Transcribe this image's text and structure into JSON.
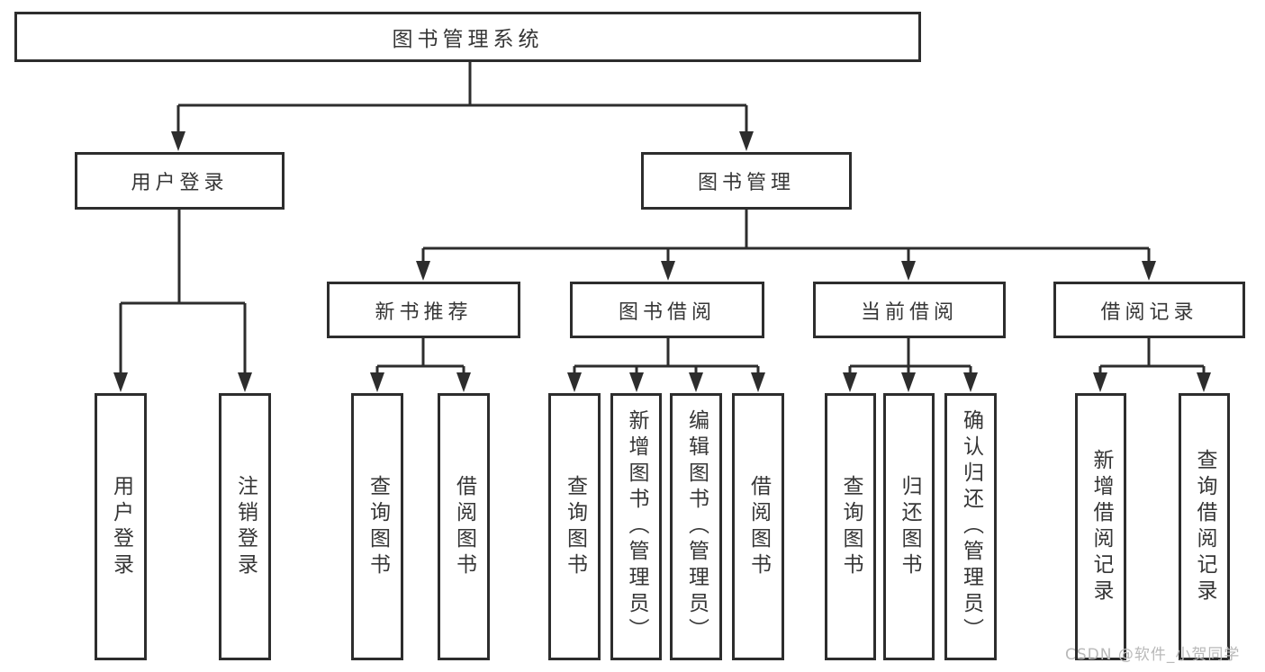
{
  "diagram": {
    "type": "hierarchy-tree",
    "colors": {
      "line": "#2d2d2d",
      "node_border": "#2d2d2d",
      "node_background": "#ffffff",
      "text": "#363636",
      "watermark_text": "#b9b9b9",
      "background": "#ffffff"
    },
    "nodes": {
      "root": "图书管理系统",
      "user_login": "用户登录",
      "book_management": "图书管理",
      "new_book_recommend": "新书推荐",
      "book_borrowing": "图书借阅",
      "current_borrowing": "当前借阅",
      "borrowing_records": "借阅记录",
      "user_login_leaf": "用户登录",
      "logout_leaf": "注销登录",
      "nbr_query_books": "查询图书",
      "nbr_borrow_books": "借阅图书",
      "bb_query_books": "查询图书",
      "bb_add_books_admin": "新增图书（管理员）",
      "bb_edit_books_admin": "编辑图书（管理员）",
      "bb_borrow_books": "借阅图书",
      "cb_query_books": "查询图书",
      "cb_return_books": "归还图书",
      "cb_confirm_return_admin": "确认归还（管理员）",
      "br_add_record": "新增借阅记录",
      "br_query_record": "查询借阅记录"
    },
    "hierarchy": {
      "图书管理系统": {
        "用户登录": [
          "用户登录",
          "注销登录"
        ],
        "图书管理": {
          "新书推荐": [
            "查询图书",
            "借阅图书"
          ],
          "图书借阅": [
            "查询图书",
            "新增图书（管理员）",
            "编辑图书（管理员）",
            "借阅图书"
          ],
          "当前借阅": [
            "查询图书",
            "归还图书",
            "确认归还（管理员）"
          ],
          "借阅记录": [
            "新增借阅记录",
            "查询借阅记录"
          ]
        }
      }
    },
    "watermark": "CSDN @软件_小贺同学"
  }
}
